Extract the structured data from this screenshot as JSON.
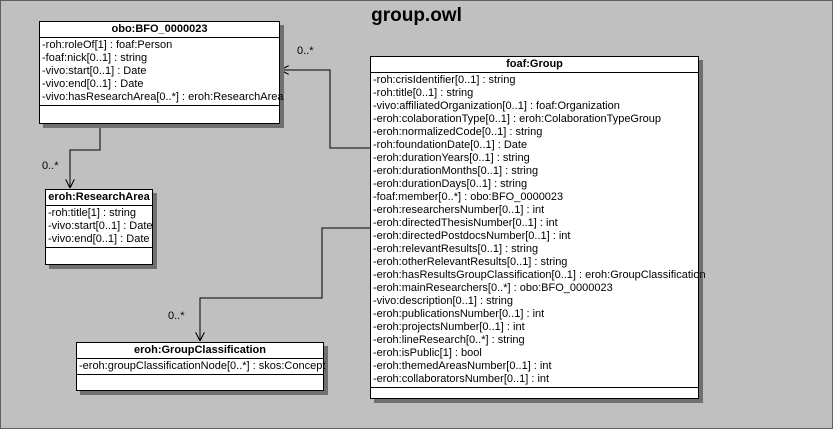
{
  "diagram_title": "group.owl",
  "classes": {
    "bfo": {
      "name": "obo:BFO_0000023",
      "attributes": [
        "-roh:roleOf[1] : foaf:Person",
        "-foaf:nick[0..1] : string",
        "-vivo:start[0..1] : Date",
        "-vivo:end[0..1] : Date",
        "-vivo:hasResearchArea[0..*] : eroh:ResearchArea"
      ]
    },
    "research_area": {
      "name": "eroh:ResearchArea",
      "attributes": [
        "-roh:title[1] : string",
        "-vivo:start[0..1] : Date",
        "-vivo:end[0..1] : Date"
      ]
    },
    "group_classification": {
      "name": "eroh:GroupClassification",
      "attributes": [
        "-eroh:groupClassificationNode[0..*] : skos:Concept"
      ]
    },
    "group": {
      "name": "foaf:Group",
      "attributes": [
        "-roh:crisIdentifier[0..1] : string",
        "-roh:title[0..1] : string",
        "-vivo:affiliatedOrganization[0..1] : foaf:Organization",
        "-eroh:colaborationType[0..1] : eroh:ColaborationTypeGroup",
        "-eroh:normalizedCode[0..1] : string",
        "-roh:foundationDate[0..1] : Date",
        "-eroh:durationYears[0..1] : string",
        "-eroh:durationMonths[0..1] : string",
        "-eroh:durationDays[0..1] : string",
        "-foaf:member[0..*] : obo:BFO_0000023",
        "-eroh:researchersNumber[0..1] : int",
        "-eroh:directedThesisNumber[0..1] : int",
        "-eroh:directedPostdocsNumber[0..1] : int",
        "-eroh:relevantResults[0..1] : string",
        "-eroh:otherRelevantResults[0..1] : string",
        "-eroh:hasResultsGroupClassification[0..1] : eroh:GroupClassification",
        "-eroh:mainResearchers[0..*] : obo:BFO_0000023",
        "-vivo:description[0..1] : string",
        "-eroh:publicationsNumber[0..1] : int",
        "-eroh:projectsNumber[0..1] : int",
        "-eroh:lineResearch[0..*] : string",
        "-eroh:isPublic[1] : bool",
        "-eroh:themedAreasNumber[0..1] : int",
        "-eroh:collaboratorsNumber[0..1] : int"
      ]
    }
  },
  "multiplicities": {
    "group_to_bfo": "0..*",
    "bfo_to_research_area": "0..*",
    "group_to_classification": "0..*"
  }
}
